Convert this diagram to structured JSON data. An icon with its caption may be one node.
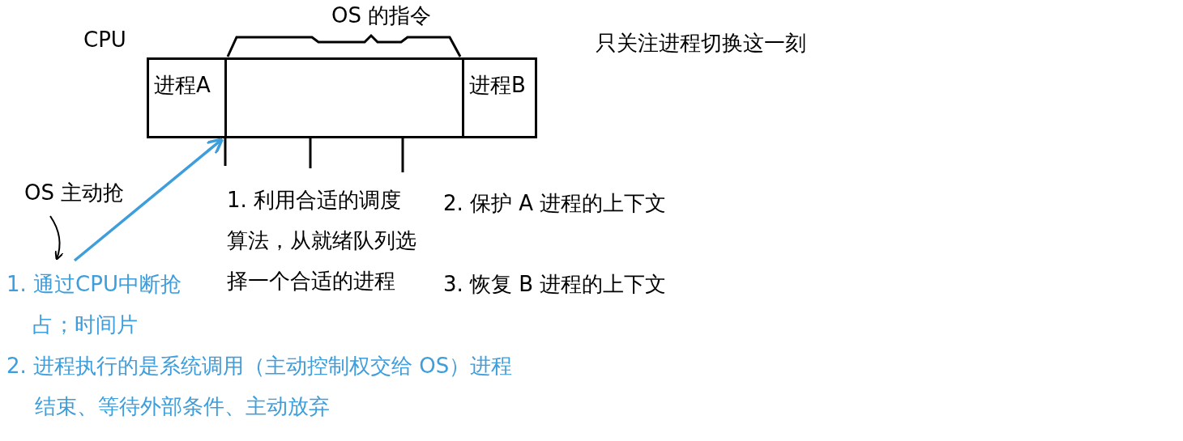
{
  "diagram": {
    "nodes": [
      {
        "text": [
          "进程A"
        ]
      },
      {
        "text": [
          "OS 的指令"
        ]
      },
      {
        "text": [
          "进程B"
        ]
      },
      {
        "text": [
          "OS 主动抢"
        ]
      },
      {
        "text": [
          "1. 通过CPU中断抢占；时间片"
        ]
      }
    ],
    "edges": [
      {
        "from": 3,
        "to": 4,
        "arrow": "to"
      },
      {
        "from": 4,
        "to": 1,
        "arrow": "to",
        "color": "#3e9ddb"
      }
    ],
    "labels": [
      "CPU",
      "只关注进程切换这一刻",
      "1. 利用合适的调度算法，从就绪队列选择一个合适的进程",
      "2. 保护 A 进程的上下文",
      "3. 恢复 B 进程的上下文",
      "2. 进程执行的是系统调用（主动控制权交给 OS）进程结束、等待外部条件、主动放弃"
    ]
  }
}
